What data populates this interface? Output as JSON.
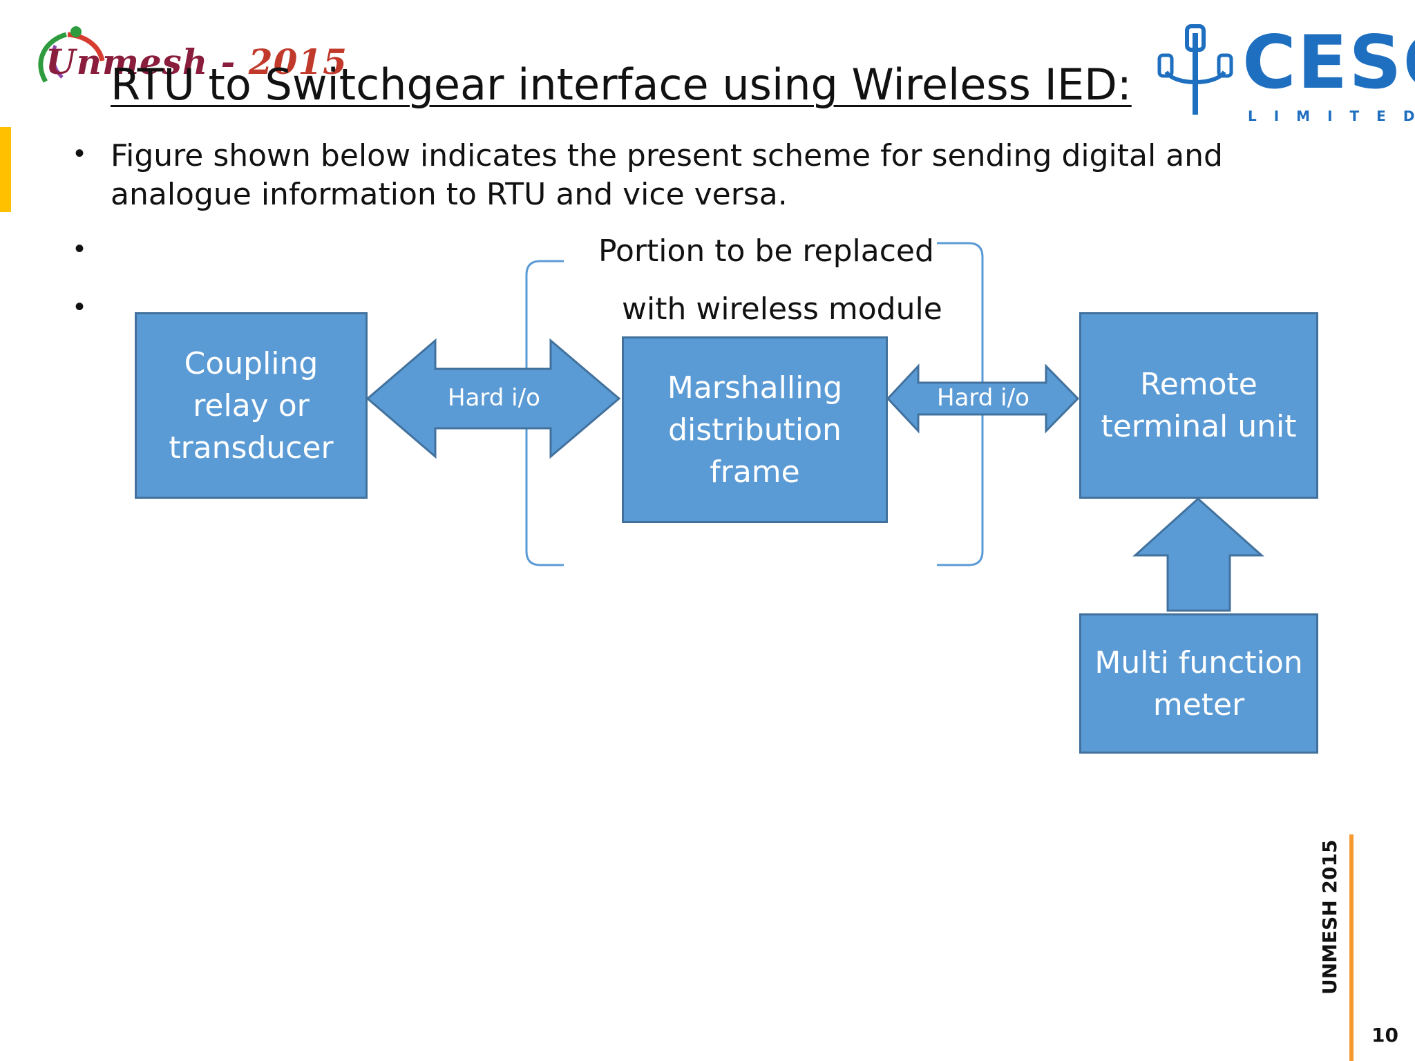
{
  "slide": {
    "title": "RTU  to Switchgear interface using Wireless IED:",
    "bullets": [
      "Figure shown below indicates the present scheme for sending digital and analogue information to RTU and vice versa.",
      "",
      ""
    ],
    "bracket_label_line1": "Portion to be replaced",
    "bracket_label_line2": "with wireless module"
  },
  "logos": {
    "left_text": "Unmesh",
    "left_year": "2015",
    "right_brand": "CESC",
    "right_sub": "LIMITED"
  },
  "diagram": {
    "nodes": {
      "coupling": "Coupling relay or transducer",
      "marshalling": "Marshalling distribution frame",
      "rtu": "Remote terminal unit",
      "mfm": "Multi function meter"
    },
    "arrows": {
      "left_label": "Hard i/o",
      "right_label": "Hard i/o"
    }
  },
  "footer": {
    "side_text": "UNMESH 2015",
    "page_number": "10"
  },
  "colors": {
    "box_fill": "#5b9bd5",
    "box_border": "#41719c",
    "accent_left": "#ffc000",
    "accent_side": "#f59a30",
    "brand_blue": "#1e6fc0"
  }
}
